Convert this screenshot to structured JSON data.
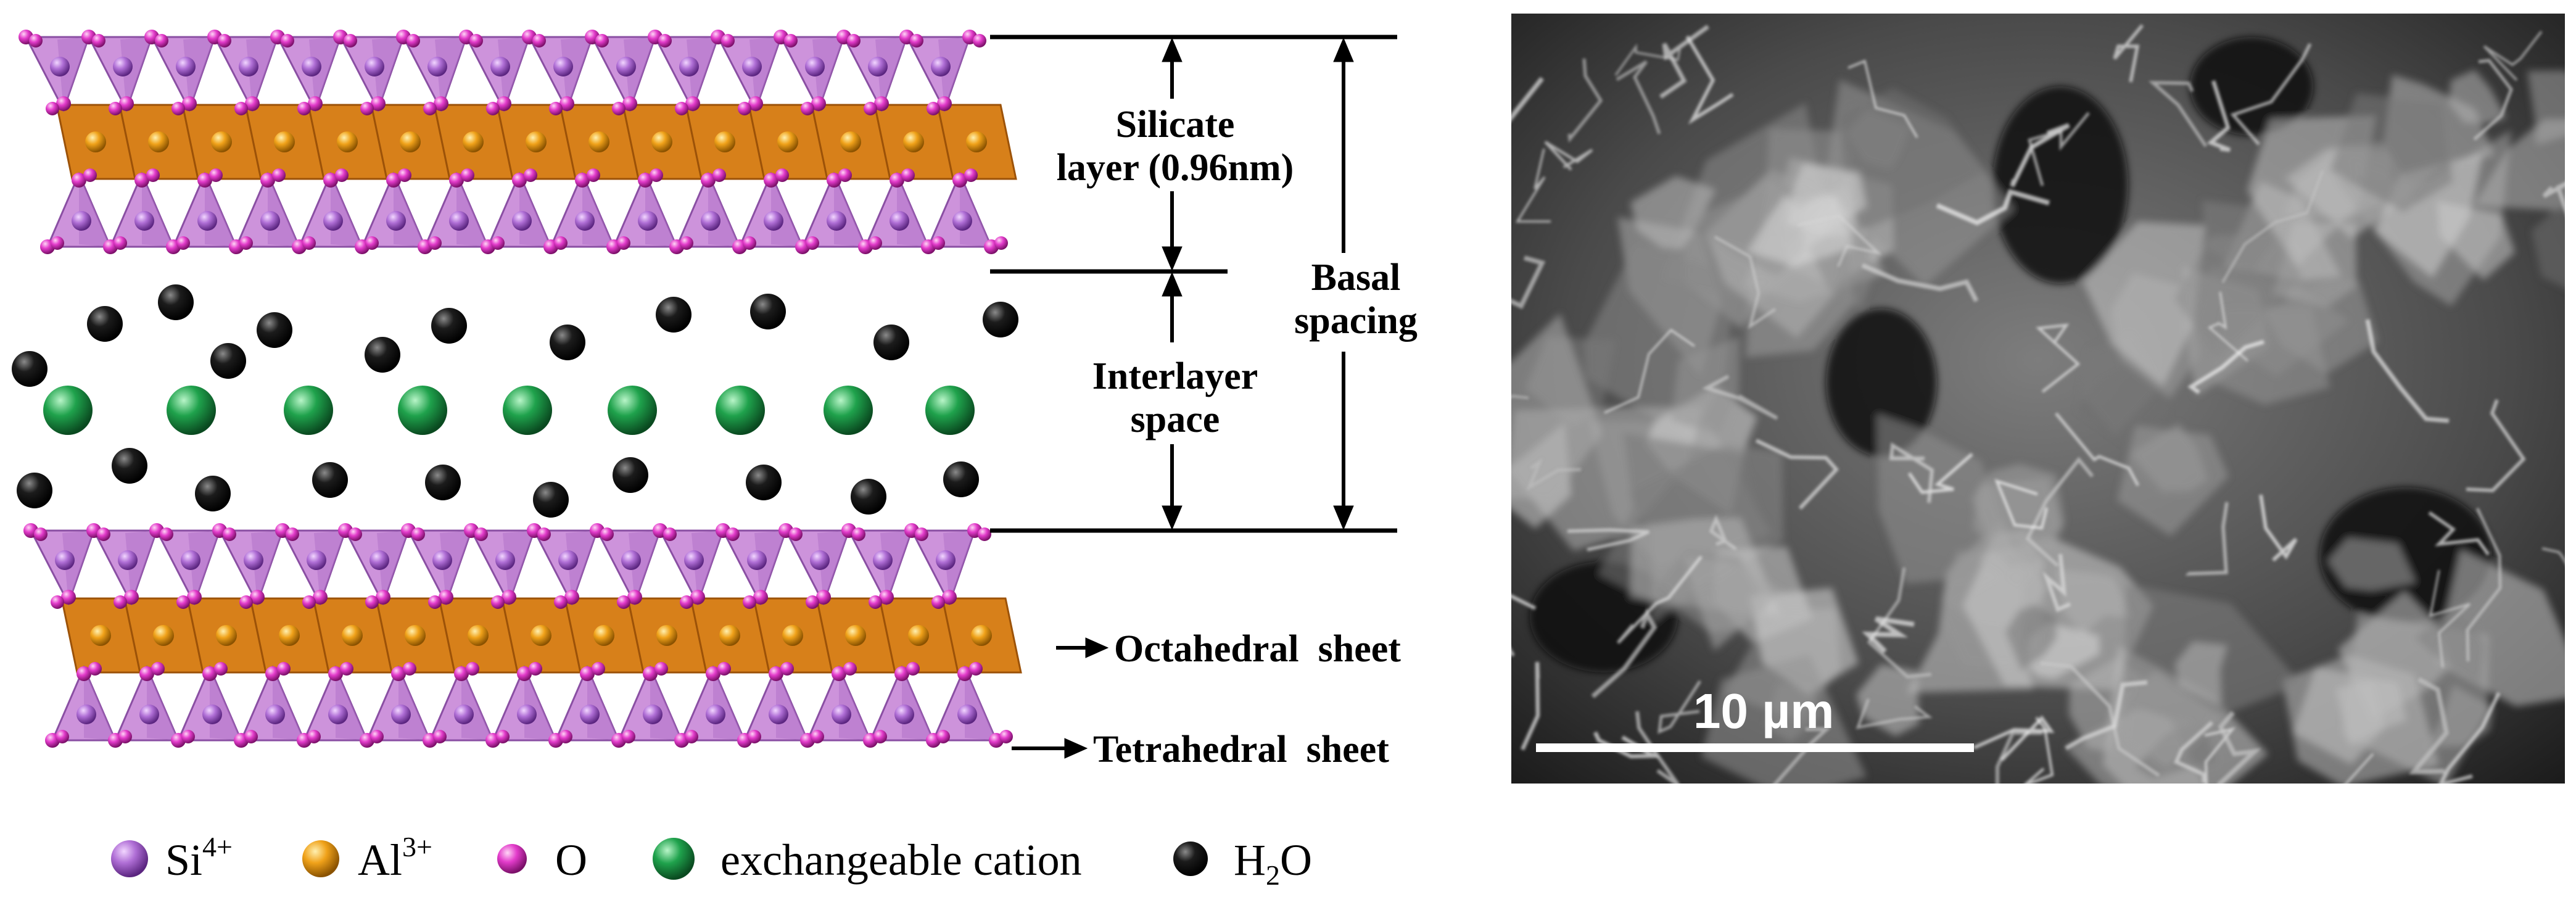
{
  "structure": {
    "silicate_layer_line1": "Silicate",
    "silicate_layer_line2": "layer (0.96nm)",
    "interlayer_line1": "Interlayer",
    "interlayer_line2": "space",
    "basal_line1": "Basal",
    "basal_line2": "spacing",
    "octahedral_sheet": "Octahedral  sheet",
    "tetrahedral_sheet": "Tetrahedral  sheet"
  },
  "legend": [
    {
      "label": "Si",
      "sup": "4+",
      "color": "#9b59c6"
    },
    {
      "label": "Al",
      "sup": "3+",
      "color": "#e39a12"
    },
    {
      "label": "O",
      "sup": "",
      "color": "#d43fb8"
    },
    {
      "label": "exchangeable cation",
      "sup": "",
      "color": "#1e9a48"
    },
    {
      "label": "H",
      "sub": "2",
      "after": "O",
      "color": "#111111"
    }
  ],
  "colors": {
    "tetrahedra": "#c98ad8",
    "tetra_edge": "#8a4fa3",
    "octahedra": "#d7801a",
    "oxygen": "#e040c8",
    "cation": "#1e9a48",
    "water": "#111111"
  },
  "micrograph": {
    "scale_label": "10 µm"
  }
}
